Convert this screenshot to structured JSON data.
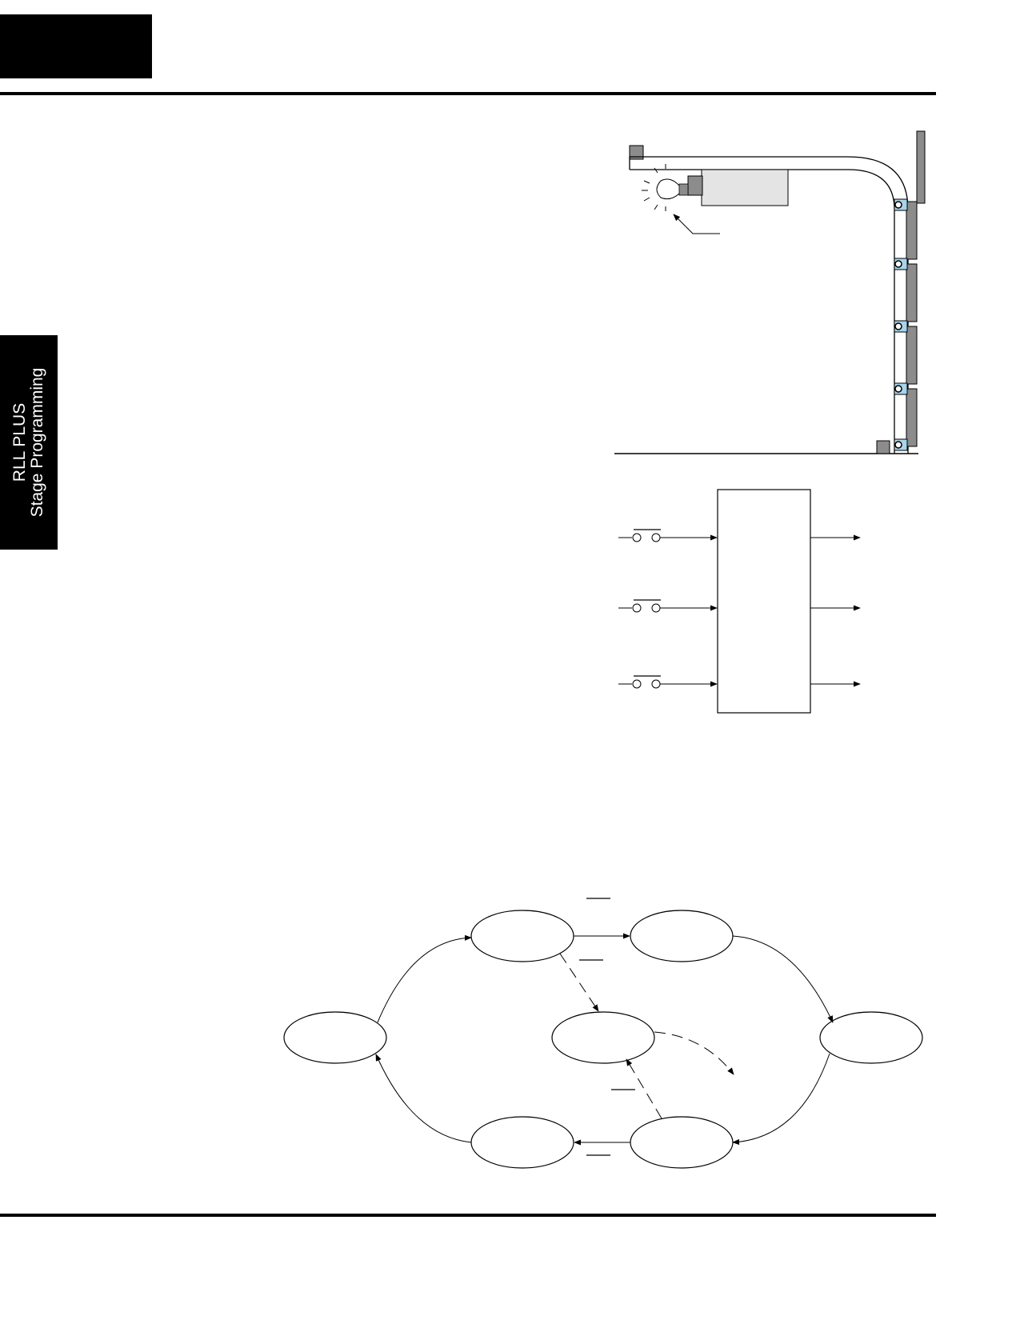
{
  "header": {
    "chapter_block": ""
  },
  "side_tab": {
    "line1": "RLL PLUS",
    "line2": "Stage Programming"
  },
  "diagrams": {
    "garage_door": {
      "name": "garage-door-figure"
    },
    "controller_block": {
      "inputs": 3,
      "outputs": 3
    },
    "state_diagram": {
      "states": 7
    }
  },
  "colors": {
    "page_background": "#ffffff",
    "black": "#000000",
    "gray_fill": "#8c8c8c",
    "light_gray_fill": "#e4e4e4",
    "roller_blue": "#a8d4ec"
  }
}
